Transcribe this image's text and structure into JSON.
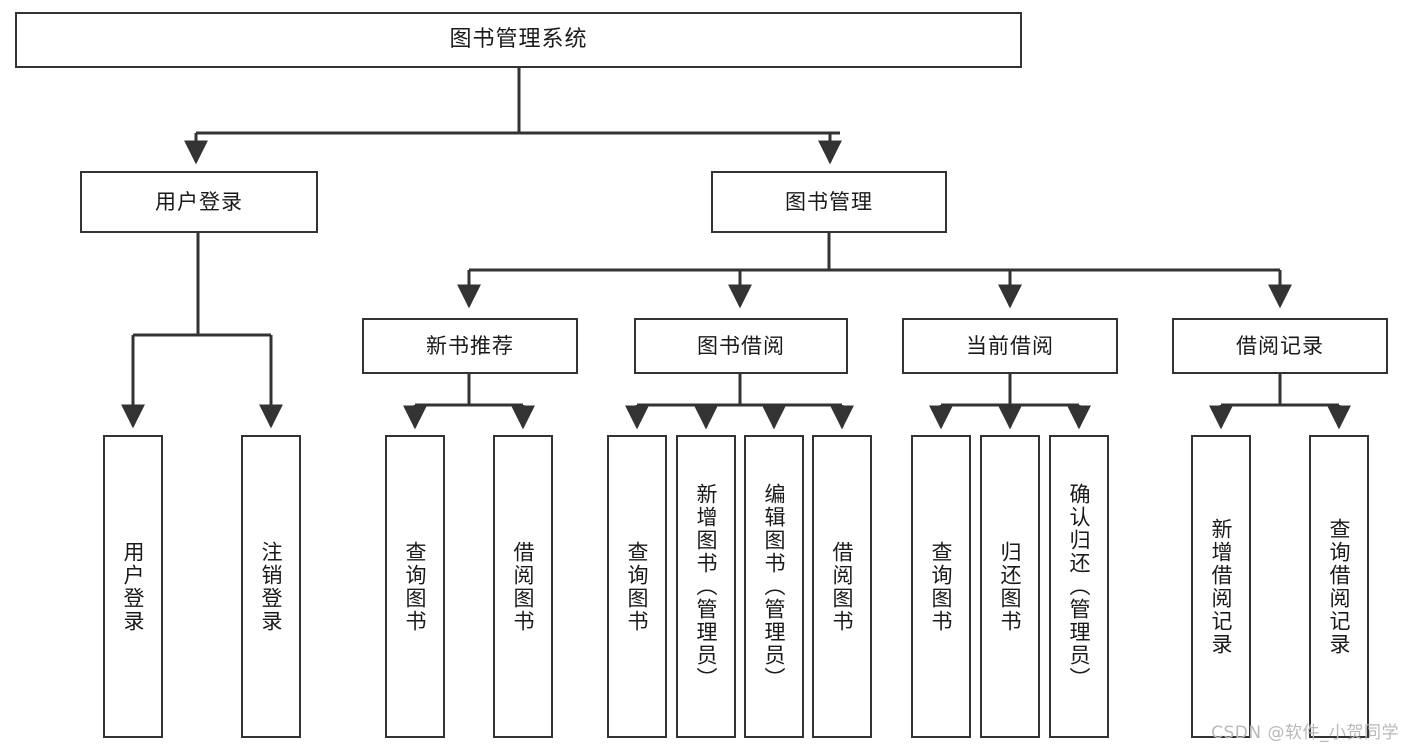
{
  "diagram": {
    "title": "图书管理系统",
    "watermark": "CSDN @软件_小贺同学",
    "line_color": "#333333",
    "box_fill": "#ffffff",
    "text_color": "#1a1a1a",
    "levels": {
      "root": "图书管理系统",
      "level2": [
        "用户登录",
        "图书管理"
      ],
      "level3": [
        "新书推荐",
        "图书借阅",
        "当前借阅",
        "借阅记录"
      ]
    },
    "nodes": {
      "root": {
        "label": "图书管理系统"
      },
      "user_login": {
        "label": "用户登录"
      },
      "book_manage": {
        "label": "图书管理"
      },
      "new_book_rec": {
        "label": "新书推荐"
      },
      "book_borrow": {
        "label": "图书借阅"
      },
      "current_borrow": {
        "label": "当前借阅"
      },
      "borrow_record": {
        "label": "借阅记录"
      },
      "leaf_user_login": {
        "label": "用户登录"
      },
      "leaf_user_logout": {
        "label": "注销登录"
      },
      "leaf_rec_query": {
        "label": "查询图书"
      },
      "leaf_rec_borrow": {
        "label": "借阅图书"
      },
      "leaf_borrow_query": {
        "label": "查询图书"
      },
      "leaf_borrow_add": {
        "label": "新增图书（管理员）"
      },
      "leaf_borrow_edit": {
        "label": "编辑图书（管理员）"
      },
      "leaf_borrow_do": {
        "label": "借阅图书"
      },
      "leaf_cur_query": {
        "label": "查询图书"
      },
      "leaf_cur_return": {
        "label": "归还图书"
      },
      "leaf_cur_confirm": {
        "label": "确认归还（管理员）"
      },
      "leaf_rec_add": {
        "label": "新增借阅记录"
      },
      "leaf_rec_search": {
        "label": "查询借阅记录"
      }
    }
  }
}
